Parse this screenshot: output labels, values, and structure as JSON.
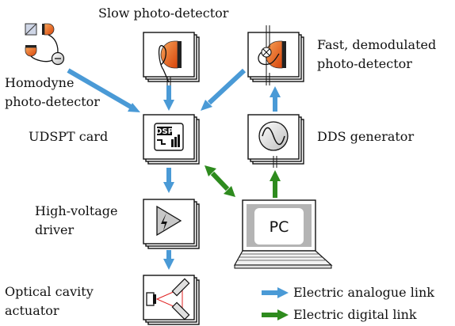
{
  "labels": {
    "slow_detector": "Slow photo-detector",
    "fast_detector_1": "Fast, demodulated",
    "fast_detector_2": "photo-detector",
    "homodyne_1": "Homodyne",
    "homodyne_2": "photo-detector",
    "udspt": "UDSPT card",
    "dds": "DDS generator",
    "hv_1": "High-voltage",
    "hv_2": "driver",
    "pc": "PC",
    "actuator_1": "Optical cavity",
    "actuator_2": "actuator",
    "dsp": "DSP"
  },
  "legend": {
    "analogue": "Electric analogue link",
    "digital": "Electric digital link"
  },
  "colors": {
    "analogue": "#4a9ad6",
    "digital": "#2e8b1e",
    "detector_orange": "#e35a0c",
    "screen_gray": "#b4b4b4"
  }
}
